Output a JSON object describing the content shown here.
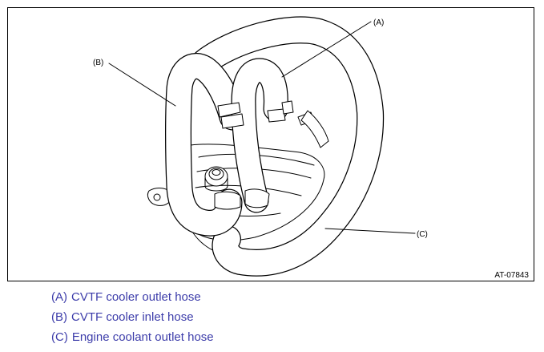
{
  "figure": {
    "figure_id": "AT-07843",
    "callouts": [
      {
        "letter": "(A)"
      },
      {
        "letter": "(B)"
      },
      {
        "letter": "(C)"
      }
    ]
  },
  "legend": {
    "text_color": "#3d3daa",
    "items": [
      {
        "key": "(A)",
        "text": "CVTF cooler outlet hose"
      },
      {
        "key": "(B)",
        "text": "CVTF cooler inlet hose"
      },
      {
        "key": "(C)",
        "text": "Engine coolant outlet hose"
      }
    ]
  }
}
